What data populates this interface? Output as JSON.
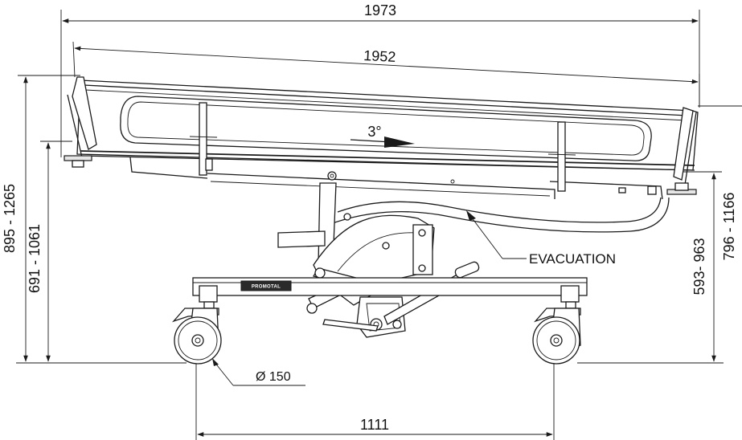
{
  "dimensions": {
    "overall_length": "1973",
    "tray_length": "1952",
    "wheelbase": "1111",
    "height_left_outer": "895 - 1265",
    "height_left_inner": "691 - 1061",
    "height_right_inner": "593- 963",
    "height_right_outer": "796 - 1166",
    "tilt_angle": "3°"
  },
  "labels": {
    "evacuation": "EVACUATION",
    "wheel_diameter": "Ø 150"
  },
  "logo": {
    "text": "PROMOTAL"
  },
  "colors": {
    "line": "#1a1a1a",
    "background": "#ffffff",
    "logo_plate": "#2a2a2a"
  }
}
